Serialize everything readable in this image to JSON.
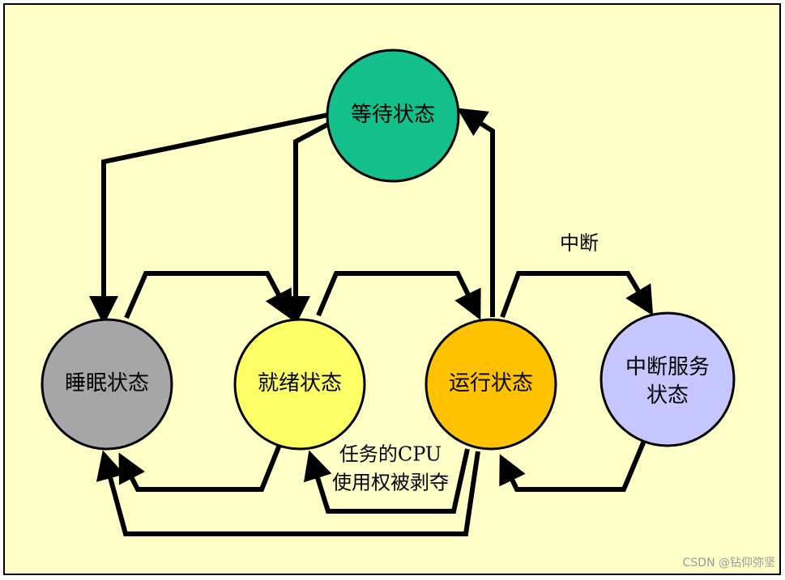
{
  "colors": {
    "background": "#ffffc7",
    "border": "#000000",
    "wait": "#13bf8a",
    "sleep": "#a6a6a6",
    "ready": "#ffff66",
    "run": "#ffc200",
    "isr": "#c7c7ff"
  },
  "states": {
    "wait": {
      "label": "等待状态"
    },
    "sleep": {
      "label": "睡眠状态"
    },
    "ready": {
      "label": "就绪状态"
    },
    "run": {
      "label": "运行状态"
    },
    "isr": {
      "label_line1": "中断服务",
      "label_line2": "状态"
    }
  },
  "edge_labels": {
    "interrupt": "中断",
    "preempt_line1": "任务的CPU",
    "preempt_line2": "使用权被剥夺"
  },
  "watermark": "CSDN @钻仰弥坚"
}
